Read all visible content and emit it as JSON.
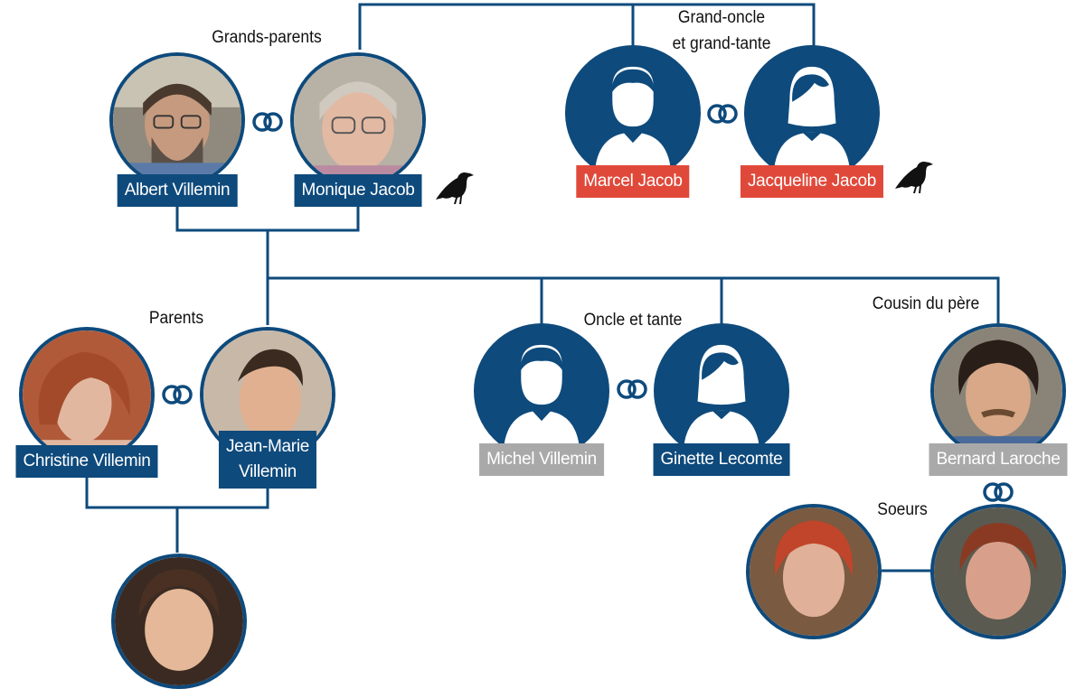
{
  "colors": {
    "line": "#0e4a7c",
    "label_bg": {
      "blue": "#0e4a7c",
      "red": "#e0493a",
      "gray": "#a9a9a9"
    },
    "silhouette_bg": "#0e4a7c"
  },
  "headings": {
    "grandparents": "Grands-parents",
    "great_uncle_aunt": [
      "Grand-oncle",
      "et grand-tante"
    ],
    "parents": "Parents",
    "uncle_aunt": "Oncle et tante",
    "father_cousin": "Cousin du père",
    "sisters": "Soeurs"
  },
  "people": {
    "albert": {
      "name": "Albert Villemin",
      "label_color": "blue",
      "portrait": "photo"
    },
    "monique": {
      "name": "Monique Jacob",
      "label_color": "blue",
      "portrait": "photo",
      "marker": "crow-icon"
    },
    "marcel": {
      "name": "Marcel Jacob",
      "label_color": "red",
      "portrait": "male-silhouette"
    },
    "jacqueline": {
      "name": "Jacqueline Jacob",
      "label_color": "red",
      "portrait": "female-silhouette",
      "marker": "crow-icon"
    },
    "christine": {
      "name": "Christine Villemin",
      "label_color": "blue",
      "portrait": "photo"
    },
    "jeanmarie": {
      "name_lines": [
        "Jean-Marie",
        "Villemin"
      ],
      "label_color": "blue",
      "portrait": "photo"
    },
    "michel": {
      "name": "Michel Villemin",
      "label_color": "gray",
      "portrait": "male-silhouette"
    },
    "ginette": {
      "name": "Ginette Lecomte",
      "label_color": "blue",
      "portrait": "female-silhouette"
    },
    "bernard": {
      "name": "Bernard Laroche",
      "label_color": "gray",
      "portrait": "photo"
    },
    "sister1": {
      "portrait": "photo"
    },
    "sister2": {
      "portrait": "photo"
    },
    "child": {
      "portrait": "photo"
    }
  },
  "icons": {
    "marriage": "rings-icon",
    "marker": "crow-icon"
  }
}
